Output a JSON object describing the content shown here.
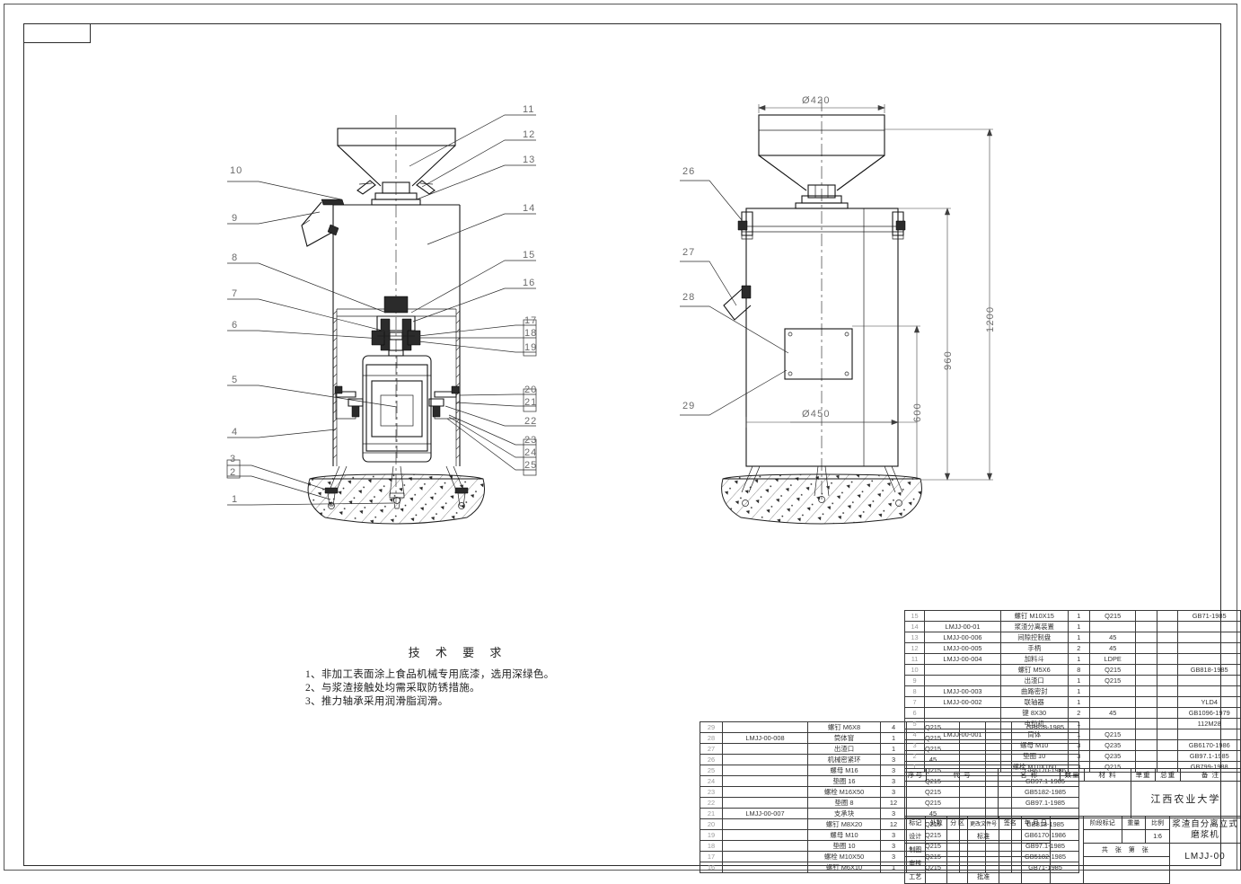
{
  "sheet": {
    "title": "浆渣自分离立式磨浆机",
    "drawing_number": "LMJJ-00",
    "organization": "江西农业大学",
    "scale_label": "比例",
    "scale_value": "1:6",
    "weight_label": "重量",
    "stage_label": "阶段标记",
    "sheet_count_label": "共    张    第    张"
  },
  "tech_requirements": {
    "heading": "技 术 要 求",
    "items": [
      "1、非加工表面涂上食品机械专用底漆，选用深绿色。",
      "2、与浆渣接触处均需采取防锈措施。",
      "3、推力轴承采用润滑脂润滑。"
    ]
  },
  "dimensions": {
    "front_view_leaders": [
      "1",
      "2",
      "3",
      "4",
      "5",
      "6",
      "7",
      "8",
      "9",
      "10",
      "11",
      "12",
      "13",
      "14",
      "15",
      "16",
      "17",
      "18",
      "19",
      "20",
      "21",
      "22",
      "23",
      "24",
      "25"
    ],
    "side_view_leaders": [
      "26",
      "27",
      "28",
      "29"
    ],
    "hopper_diameter": "Ø420",
    "body_diameter": "Ø450",
    "total_height": "1200",
    "height_960": "960",
    "height_600": "600"
  },
  "bom_headers": {
    "index": "序号",
    "code": "代        号",
    "name": "名        称",
    "qty": "数量",
    "material": "材        料",
    "unit_weight": "单重",
    "total_weight": "总重",
    "note": "备      注"
  },
  "bom_items": [
    {
      "no": "29",
      "code": "",
      "name": "螺钉 M6X8",
      "qty": "4",
      "material": "Q215",
      "w1": "",
      "w2": "",
      "note": "GB818-1985"
    },
    {
      "no": "28",
      "code": "LMJJ-00-008",
      "name": "筒体窗",
      "qty": "1",
      "material": "Q215",
      "w1": "",
      "w2": "",
      "note": ""
    },
    {
      "no": "27",
      "code": "",
      "name": "出渣口",
      "qty": "1",
      "material": "Q215",
      "w1": "",
      "w2": "",
      "note": ""
    },
    {
      "no": "26",
      "code": "",
      "name": "机械密紧环",
      "qty": "3",
      "material": "45",
      "w1": "",
      "w2": "",
      "note": ""
    },
    {
      "no": "25",
      "code": "",
      "name": "螺母 M16",
      "qty": "3",
      "material": "Q215",
      "w1": "",
      "w2": "",
      "note": "GB6170-1986"
    },
    {
      "no": "24",
      "code": "",
      "name": "垫圈 16",
      "qty": "3",
      "material": "Q215",
      "w1": "",
      "w2": "",
      "note": "GB97.1-1985"
    },
    {
      "no": "23",
      "code": "",
      "name": "螺栓 M16X50",
      "qty": "3",
      "material": "Q215",
      "w1": "",
      "w2": "",
      "note": "GB5182-1985"
    },
    {
      "no": "22",
      "code": "",
      "name": "垫圈 8",
      "qty": "12",
      "material": "Q215",
      "w1": "",
      "w2": "",
      "note": "GB97.1-1985"
    },
    {
      "no": "21",
      "code": "LMJJ-00-007",
      "name": "支承块",
      "qty": "3",
      "material": "45",
      "w1": "",
      "w2": "",
      "note": ""
    },
    {
      "no": "20",
      "code": "",
      "name": "螺钉 M8X20",
      "qty": "12",
      "material": "Q215",
      "w1": "",
      "w2": "",
      "note": "GB818-1985"
    },
    {
      "no": "19",
      "code": "",
      "name": "螺母 M10",
      "qty": "3",
      "material": "Q215",
      "w1": "",
      "w2": "",
      "note": "GB6170-1986"
    },
    {
      "no": "18",
      "code": "",
      "name": "垫圈 10",
      "qty": "3",
      "material": "Q215",
      "w1": "",
      "w2": "",
      "note": "GB97.1-1985"
    },
    {
      "no": "17",
      "code": "",
      "name": "螺栓 M10X50",
      "qty": "3",
      "material": "Q215",
      "w1": "",
      "w2": "",
      "note": "GB5182-1985"
    },
    {
      "no": "16",
      "code": "",
      "name": "螺钉 M6X10",
      "qty": "1",
      "material": "Q215",
      "w1": "",
      "w2": "",
      "note": "GB71-1985"
    }
  ],
  "bom_items_right": [
    {
      "no": "15",
      "code": "",
      "name": "螺钉 M10X15",
      "qty": "1",
      "material": "Q215",
      "w1": "",
      "w2": "",
      "note": "GB71-1985"
    },
    {
      "no": "14",
      "code": "LMJJ-00-01",
      "name": "浆渣分离装置",
      "qty": "1",
      "material": "",
      "w1": "",
      "w2": "",
      "note": ""
    },
    {
      "no": "13",
      "code": "LMJJ-00-006",
      "name": "间隙控制盘",
      "qty": "1",
      "material": "45",
      "w1": "",
      "w2": "",
      "note": ""
    },
    {
      "no": "12",
      "code": "LMJJ-00-005",
      "name": "手柄",
      "qty": "2",
      "material": "45",
      "w1": "",
      "w2": "",
      "note": ""
    },
    {
      "no": "11",
      "code": "LMJJ-00-004",
      "name": "加料斗",
      "qty": "1",
      "material": "LDPE",
      "w1": "",
      "w2": "",
      "note": ""
    },
    {
      "no": "10",
      "code": "",
      "name": "螺钉 M5X6",
      "qty": "8",
      "material": "Q215",
      "w1": "",
      "w2": "",
      "note": "GB818-1985"
    },
    {
      "no": "9",
      "code": "",
      "name": "出渣口",
      "qty": "1",
      "material": "Q215",
      "w1": "",
      "w2": "",
      "note": ""
    },
    {
      "no": "8",
      "code": "LMJJ-00-003",
      "name": "曲路密封",
      "qty": "1",
      "material": "",
      "w1": "",
      "w2": "",
      "note": ""
    },
    {
      "no": "7",
      "code": "LMJJ-00-002",
      "name": "联轴器",
      "qty": "1",
      "material": "",
      "w1": "",
      "w2": "",
      "note": "YLD4"
    },
    {
      "no": "6",
      "code": "",
      "name": "键 8X30",
      "qty": "2",
      "material": "45",
      "w1": "",
      "w2": "",
      "note": "GB1096-1979"
    },
    {
      "no": "5",
      "code": "",
      "name": "电动机",
      "qty": "1",
      "material": "",
      "w1": "",
      "w2": "",
      "note": "112M28"
    },
    {
      "no": "4",
      "code": "LMJJ-00-001",
      "name": "筒体",
      "qty": "1",
      "material": "Q215",
      "w1": "",
      "w2": "",
      "note": ""
    },
    {
      "no": "3",
      "code": "",
      "name": "螺母 M10",
      "qty": "3",
      "material": "Q235",
      "w1": "",
      "w2": "",
      "note": "GB6170-1986"
    },
    {
      "no": "2",
      "code": "",
      "name": "垫圈 10",
      "qty": "3",
      "material": "Q235",
      "w1": "",
      "w2": "",
      "note": "GB97.1-1985"
    },
    {
      "no": "1",
      "code": "",
      "name": "螺栓 M10X160",
      "qty": "3",
      "material": "Q215",
      "w1": "",
      "w2": "",
      "note": "GB799-1988"
    }
  ],
  "revision_block": {
    "headers": [
      "标记",
      "处数",
      "分 区",
      "更改文件号",
      "签名",
      "年 月 日"
    ],
    "roles": [
      "设计",
      "制图",
      "审核",
      "工艺"
    ],
    "approvals": [
      "标准",
      "",
      "",
      "批准"
    ]
  }
}
